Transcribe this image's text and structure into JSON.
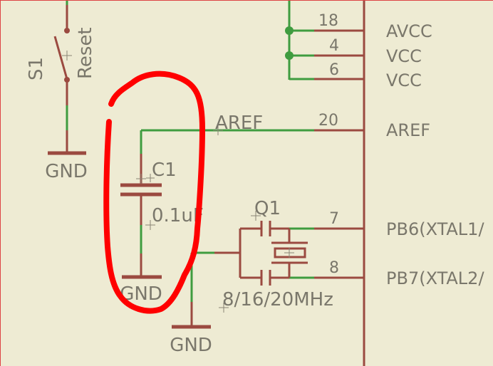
{
  "switch": {
    "name": "S1",
    "value": "Reset",
    "gnd": "GND"
  },
  "capacitor": {
    "name": "C1",
    "value": "0.1uF",
    "gnd": "GND"
  },
  "crystal": {
    "name": "Q1",
    "value": "8/16/20MHz",
    "gnd": "GND"
  },
  "net_label": "AREF",
  "pins": [
    {
      "number": "18",
      "name": "AVCC"
    },
    {
      "number": "4",
      "name": "VCC"
    },
    {
      "number": "6",
      "name": "VCC"
    },
    {
      "number": "20",
      "name": "AREF"
    },
    {
      "number": "7",
      "name": "PB6(XTAL1/"
    },
    {
      "number": "8",
      "name": "PB7(XTAL2/"
    }
  ],
  "colors": {
    "wire": "#3f9c3f",
    "component": "#9b4a40",
    "annotation": "#ff0000",
    "background": "#eeebd3"
  }
}
